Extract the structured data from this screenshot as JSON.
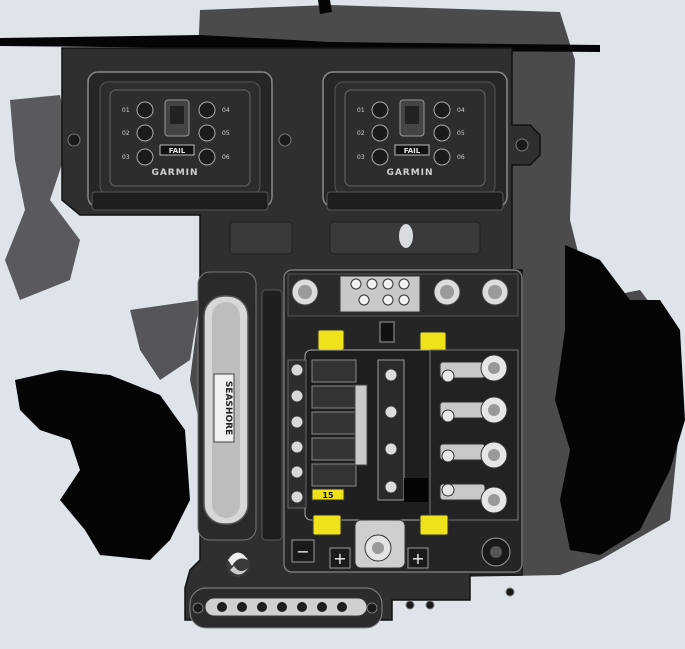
{
  "diagram": {
    "kind": "electrical-panel-render",
    "modules": [
      {
        "brand": "GARMIN",
        "badge": "FAIL",
        "ports_left": [
          "01",
          "02",
          "03"
        ],
        "ports_right": [
          "04",
          "05",
          "06"
        ]
      },
      {
        "brand": "GARMIN",
        "badge": "FAIL",
        "ports_left": [
          "01",
          "02",
          "03"
        ],
        "ports_right": [
          "04",
          "05",
          "06"
        ]
      }
    ],
    "busbar_label": "SEASHORE",
    "fuse_label": "15",
    "polarity": {
      "negative": "−",
      "positive": "+"
    },
    "colors": {
      "background": "#dfe3ea",
      "panel": "#2e2e30",
      "shadow": "#4a4a4d",
      "fuse_yellow": "#f0e21a",
      "metal": "#c9c9c9"
    }
  }
}
